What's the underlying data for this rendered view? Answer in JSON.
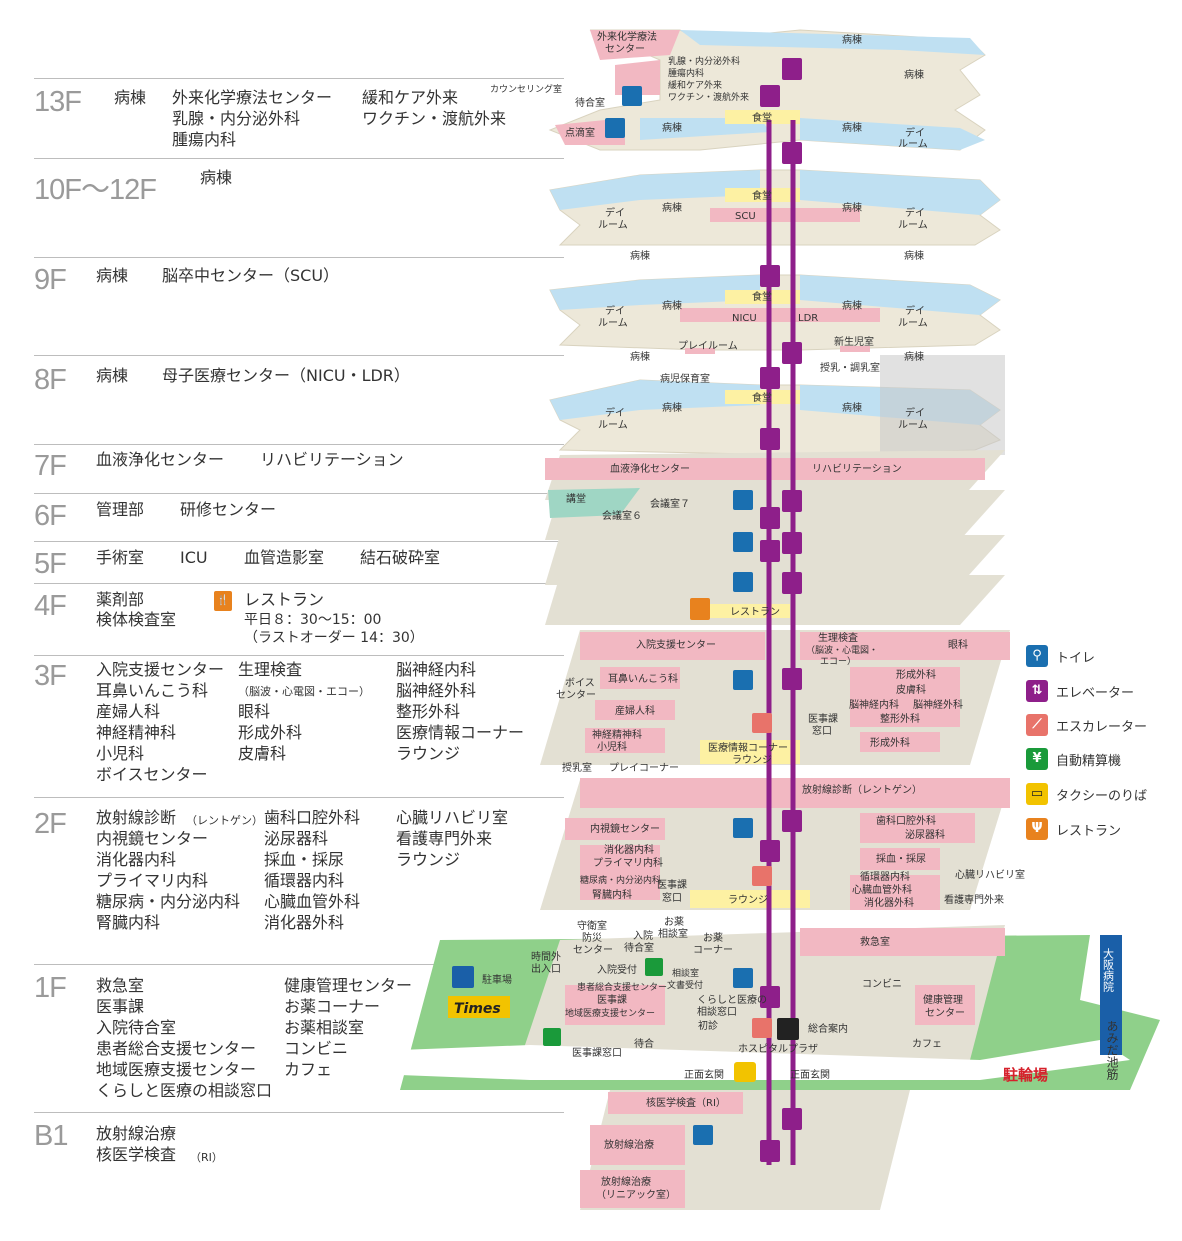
{
  "floors": [
    {
      "id": "13F",
      "label": "13F",
      "depts": [
        "病棟",
        "外来化学療法センター",
        "緩和ケア外来",
        "乳腺・内分泌外科",
        "ワクチン・渡航外来",
        "腫瘍内科"
      ]
    },
    {
      "id": "10F-12F",
      "label": "10F～12F",
      "depts": [
        "病棟"
      ]
    },
    {
      "id": "9F",
      "label": "9F",
      "depts": [
        "病棟",
        "脳卒中センター（SCU）"
      ]
    },
    {
      "id": "8F",
      "label": "8F",
      "depts": [
        "病棟",
        "母子医療センター（NICU・LDR）"
      ]
    },
    {
      "id": "7F",
      "label": "7F",
      "depts": [
        "血液浄化センター",
        "リハビリテーション"
      ]
    },
    {
      "id": "6F",
      "label": "6F",
      "depts": [
        "管理部",
        "研修センター"
      ]
    },
    {
      "id": "5F",
      "label": "5F",
      "depts": [
        "手術室",
        "ICU",
        "血管造影室",
        "結石破砕室"
      ]
    },
    {
      "id": "4F",
      "label": "4F",
      "depts": [
        "薬剤部",
        "検体検査室",
        "レストラン",
        "平日８：30～15：00",
        "（ラストオーダー 14：30）"
      ]
    },
    {
      "id": "3F",
      "label": "3F",
      "depts": [
        "入院支援センター",
        "耳鼻いんこう科",
        "産婦人科",
        "神経精神科",
        "小児科",
        "ボイスセンター",
        "生理検査",
        "（脳波・心電図・エコー）",
        "眼科",
        "形成外科",
        "皮膚科",
        "脳神経内科",
        "脳神経外科",
        "整形外科",
        "医療情報コーナー",
        "ラウンジ"
      ]
    },
    {
      "id": "2F",
      "label": "2F",
      "depts": [
        "放射線診断",
        "（レントゲン）",
        "内視鏡センター",
        "消化器内科",
        "プライマリ内科",
        "糖尿病・内分泌内科",
        "腎臓内科",
        "歯科口腔外科",
        "泌尿器科",
        "採血・採尿",
        "循環器内科",
        "心臓血管外科",
        "消化器外科",
        "心臓リハビリ室",
        "看護専門外来",
        "ラウンジ"
      ]
    },
    {
      "id": "1F",
      "label": "1F",
      "depts": [
        "救急室",
        "医事課",
        "入院待合室",
        "患者総合支援センター",
        "地域医療支援センター",
        "くらしと医療の相談窓口",
        "健康管理センター",
        "お薬コーナー",
        "お薬相談室",
        "コンビニ",
        "カフェ"
      ]
    },
    {
      "id": "B1",
      "label": "B1",
      "depts": [
        "放射線治療",
        "核医学検査",
        "（RI）"
      ]
    }
  ],
  "legend": [
    {
      "icon": "toilet-icon",
      "label": "トイレ",
      "color": "#1a6fb0"
    },
    {
      "icon": "elevator-icon",
      "label": "エレベーター",
      "color": "#8e1f8a"
    },
    {
      "icon": "escalator-icon",
      "label": "エスカレーター",
      "color": "#e8736a"
    },
    {
      "icon": "payment-machine-icon",
      "label": "自動精算機",
      "color": "#1a9a3a"
    },
    {
      "icon": "taxi-icon",
      "label": "タクシーのりば",
      "color": "#f2c300"
    },
    {
      "icon": "restaurant-icon",
      "label": "レストラン",
      "color": "#e8821e"
    }
  ],
  "map": {
    "f13": [
      "外来化学療法",
      "センター",
      "病棟",
      "乳腺・内分泌外科",
      "腫瘍内科",
      "緩和ケア外来",
      "ワクチン・渡航外来",
      "カウンセリング室",
      "待合室",
      "点滴室",
      "食堂",
      "病棟",
      "病棟",
      "デイ",
      "ルーム",
      "病棟"
    ],
    "f10": [
      "食堂",
      "デイ",
      "ルーム",
      "病棟",
      "病棟",
      "デイ",
      "ルーム",
      "SCU",
      "病棟",
      "病棟"
    ],
    "f9": [
      "食堂",
      "デイ",
      "ルーム",
      "病棟",
      "病棟",
      "デイ",
      "ルーム",
      "NICU",
      "LDR",
      "病棟",
      "病棟",
      "プレイルーム",
      "新生児室",
      "病児保育室",
      "授乳・調乳室"
    ],
    "f8": [
      "食堂",
      "デイ",
      "ルーム",
      "病棟",
      "病棟",
      "デイ",
      "ルーム"
    ],
    "f7": [
      "血液浄化センター",
      "リハビリテーション"
    ],
    "f6": [
      "講堂",
      "会議室７",
      "会議室６"
    ],
    "f4": [
      "レストラン"
    ],
    "f3": [
      "入院支援センター",
      "生理検査",
      "（脳波・心電図・",
      "エコー）",
      "眼科",
      "ボイス",
      "センター",
      "耳鼻いんこう科",
      "形成外科",
      "皮膚科",
      "脳神経内科",
      "脳神経外科",
      "産婦人科",
      "医事課",
      "窓口",
      "整形外科",
      "神経精神科",
      "小児科",
      "形成外科",
      "医療情報コーナー",
      "ラウンジ",
      "授乳室",
      "プレイコーナー"
    ],
    "f2": [
      "放射線診断（レントゲン）",
      "内視鏡センター",
      "歯科口腔外科",
      "泌尿器科",
      "消化器内科",
      "プライマリ内科",
      "採血・採尿",
      "糖尿病・内分泌内科",
      "腎臓内科",
      "医事課",
      "窓口",
      "循環器内科",
      "心臓血管外科",
      "消化器外科",
      "心臓リハビリ室",
      "看護専門外来",
      "ラウンジ"
    ],
    "f1": [
      "守衛室",
      "防災",
      "センター",
      "入院",
      "待合室",
      "お薬",
      "相談室",
      "お薬",
      "コーナー",
      "救急室",
      "時間外",
      "出入口",
      "入院受付",
      "相談室",
      "文書受付",
      "患者総合支援センター",
      "医事課",
      "地域医療支援センター",
      "くらしと医療の",
      "相談窓口",
      "初診",
      "総合案内",
      "コンビニ",
      "健康管理",
      "センター",
      "医事課窓口",
      "待合",
      "ホスピタルプラザ",
      "カフェ",
      "正面玄関",
      "正面玄関",
      "駐車場",
      "Times",
      "駐輪場",
      "大阪病院",
      "あみだ池筋"
    ],
    "b1": [
      "核医学検査（RI）",
      "放射線治療",
      "放射線治療",
      "（リニアック室）"
    ]
  }
}
